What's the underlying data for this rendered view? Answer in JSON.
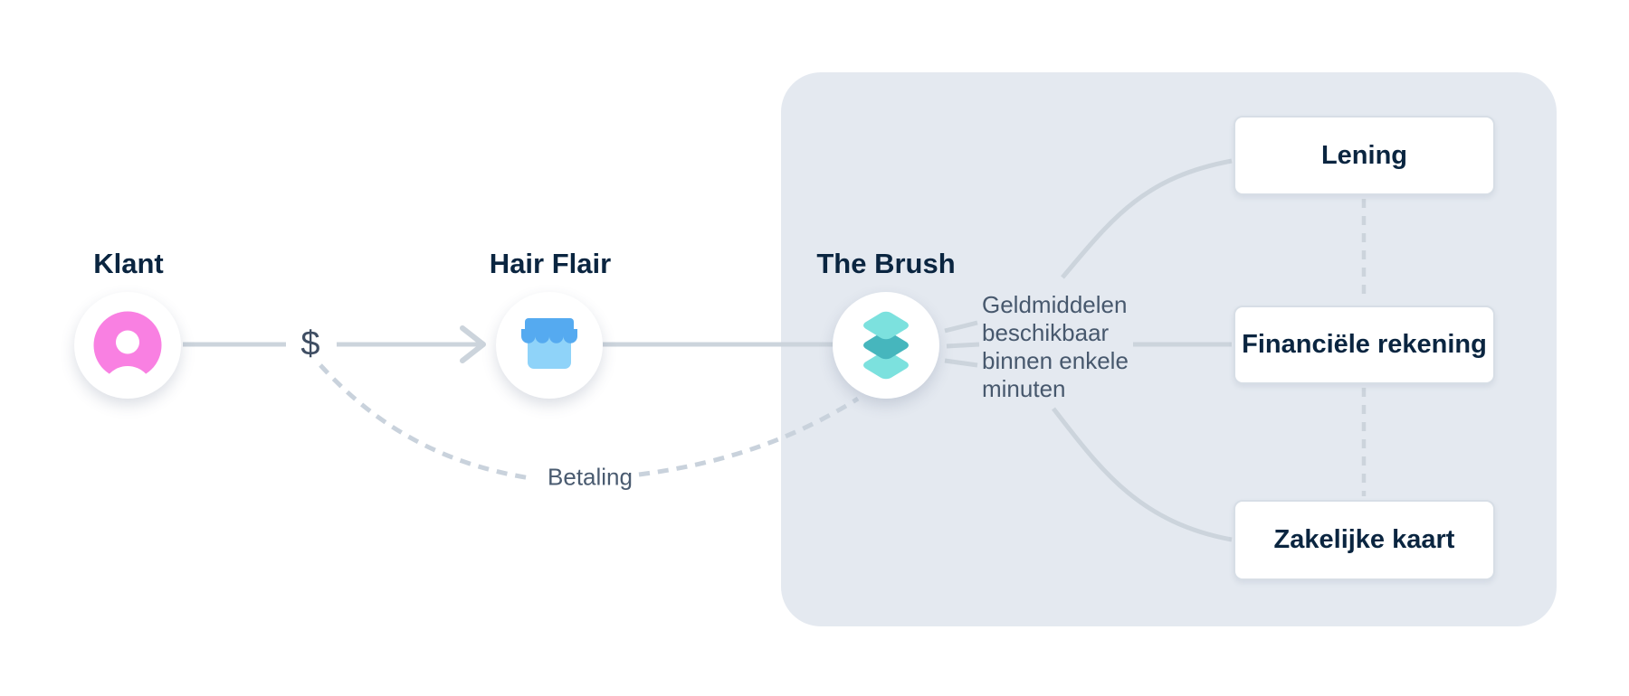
{
  "diagram_title": "payment-flow-diagram",
  "nodes": [
    {
      "id": "klant",
      "label": "Klant",
      "icon": "person-icon",
      "icon_color": "#f980e2"
    },
    {
      "id": "hair-flair",
      "label": "Hair Flair",
      "icon": "storefront-icon",
      "icon_color": "#55aaf0"
    },
    {
      "id": "the-brush",
      "label": "The Brush",
      "icon": "layers-icon",
      "icon_color": "#7ce1de"
    }
  ],
  "edges": {
    "dollar_label": "$",
    "betaling_label": "Betaling",
    "funds_note_lines": [
      "Geldmiddelen",
      "beschikbaar",
      "binnen enkele",
      "minuten"
    ]
  },
  "panel": {
    "products": [
      {
        "label": "Lening"
      },
      {
        "label": "Financiële rekening"
      },
      {
        "label": "Zakelijke kaart"
      }
    ]
  },
  "colors": {
    "panel_bg": "#e4e9f0",
    "line": "#ccd4dc",
    "dash": "#c9d2dc",
    "heading_text": "#0a2540",
    "body_text": "#47586d",
    "pink": "#f980e2",
    "store_blue": "#55aaf0",
    "store_blue_light": "#8fd3f9",
    "teal_light": "#7ce1de",
    "teal_dark": "#46b6bd"
  }
}
